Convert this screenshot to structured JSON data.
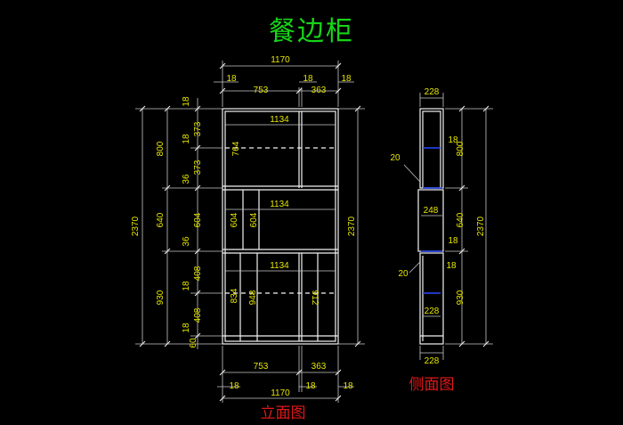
{
  "title": "餐边柜",
  "front_label": "立面图",
  "side_label": "侧面图",
  "front": {
    "top": {
      "total": "1170",
      "left_width": "753",
      "right_width": "363",
      "t_left": "18",
      "t_mid": "18",
      "t_right": "18"
    },
    "bottom": {
      "total": "1170",
      "left_width": "753",
      "right_width": "363",
      "t_left": "18",
      "t_mid": "18",
      "t_right": "18"
    },
    "inner_widths": {
      "upper": "1134",
      "middle": "1134",
      "lower": "1134"
    },
    "left_outer": {
      "total": "2370",
      "upper": "800",
      "middle": "640",
      "lower": "930"
    },
    "left_inner": {
      "top_panel": "18",
      "u1": "373",
      "u_shelf": "18",
      "u2": "373",
      "gap1": "36",
      "m": "604",
      "gap2": "36",
      "l1": "408",
      "l_shelf": "18",
      "l2": "408",
      "bottom_panel": "18",
      "plinth": "60"
    },
    "interior_heights": {
      "upper": "764",
      "middle_a": "604",
      "middle_b": "604",
      "lower_a": "834",
      "lower_b": "948",
      "lower_c": "912"
    },
    "right_total": "2370"
  },
  "side": {
    "top_depth": "228",
    "middle_depth": "248",
    "lower_depth": "228",
    "bottom_depth": "228",
    "offset_upper": "20",
    "offset_lower": "20",
    "shelf_upper": "18",
    "shelf_middle": "18",
    "shelf_lower": "18",
    "h_upper": "800",
    "h_middle": "640",
    "h_lower": "930",
    "total": "2370"
  }
}
